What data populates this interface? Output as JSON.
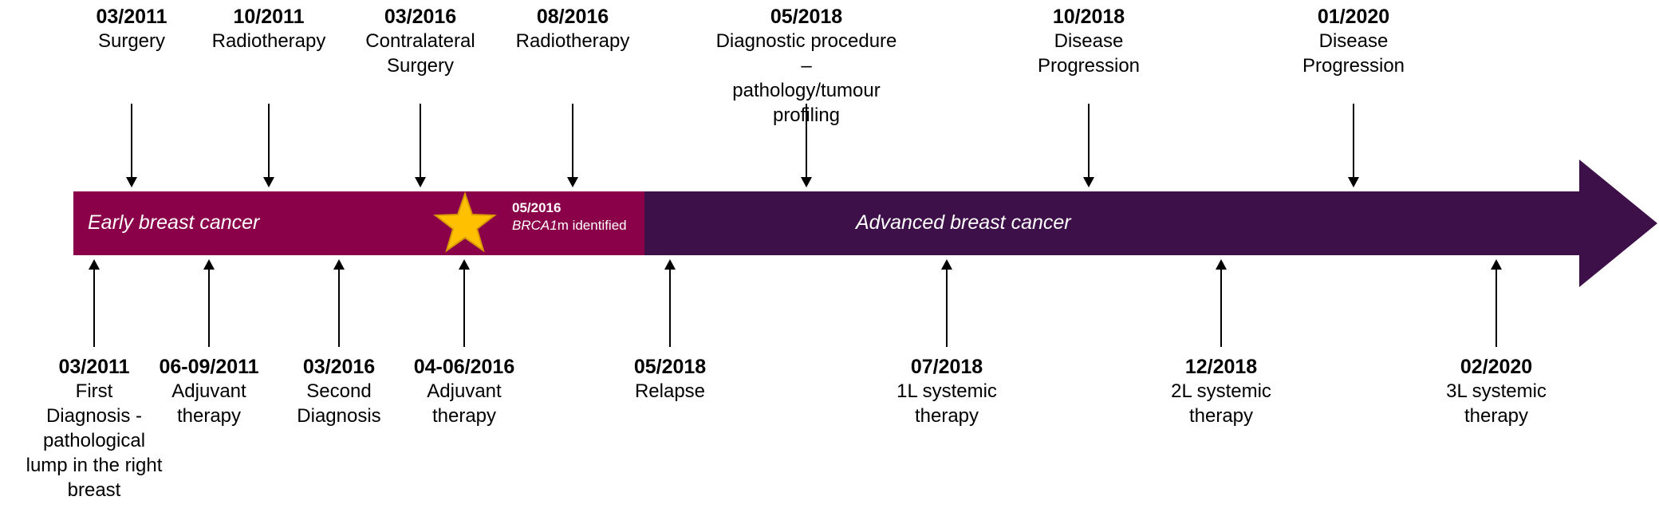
{
  "colors": {
    "early_band": "#8a0049",
    "advanced_band": "#3e1049",
    "star": "#ffc000",
    "star_outline": "#d99a00",
    "arrow_line": "#000000"
  },
  "bands": {
    "early_label": "Early breast cancer",
    "advanced_label": "Advanced breast cancer"
  },
  "brca": {
    "date": "05/2016",
    "gene": "BRCA1",
    "suffix": "m identified"
  },
  "events_top": [
    {
      "date": "03/2011",
      "lines": [
        "Surgery"
      ]
    },
    {
      "date": "10/2011",
      "lines": [
        "Radiotherapy"
      ]
    },
    {
      "date": "03/2016",
      "lines": [
        "Contralateral",
        "Surgery"
      ]
    },
    {
      "date": "08/2016",
      "lines": [
        "Radiotherapy"
      ]
    },
    {
      "date": "05/2018",
      "lines": [
        "Diagnostic procedure –",
        "pathology/tumour profiling"
      ]
    },
    {
      "date": "10/2018",
      "lines": [
        "Disease",
        "Progression"
      ]
    },
    {
      "date": "01/2020",
      "lines": [
        "Disease",
        "Progression"
      ]
    }
  ],
  "events_bottom": [
    {
      "date": "03/2011",
      "lines": [
        "First",
        "Diagnosis -",
        "pathological",
        "lump in the right",
        "breast"
      ]
    },
    {
      "date": "06-09/2011",
      "lines": [
        "Adjuvant",
        "therapy"
      ]
    },
    {
      "date": "03/2016",
      "lines": [
        "Second",
        "Diagnosis"
      ]
    },
    {
      "date": "04-06/2016",
      "lines": [
        "Adjuvant",
        "therapy"
      ]
    },
    {
      "date": "05/2018",
      "lines": [
        "Relapse"
      ]
    },
    {
      "date": "07/2018",
      "lines": [
        "1L systemic",
        "therapy"
      ]
    },
    {
      "date": "12/2018",
      "lines": [
        "2L systemic",
        "therapy"
      ]
    },
    {
      "date": "02/2020",
      "lines": [
        "3L systemic",
        "therapy"
      ]
    }
  ]
}
